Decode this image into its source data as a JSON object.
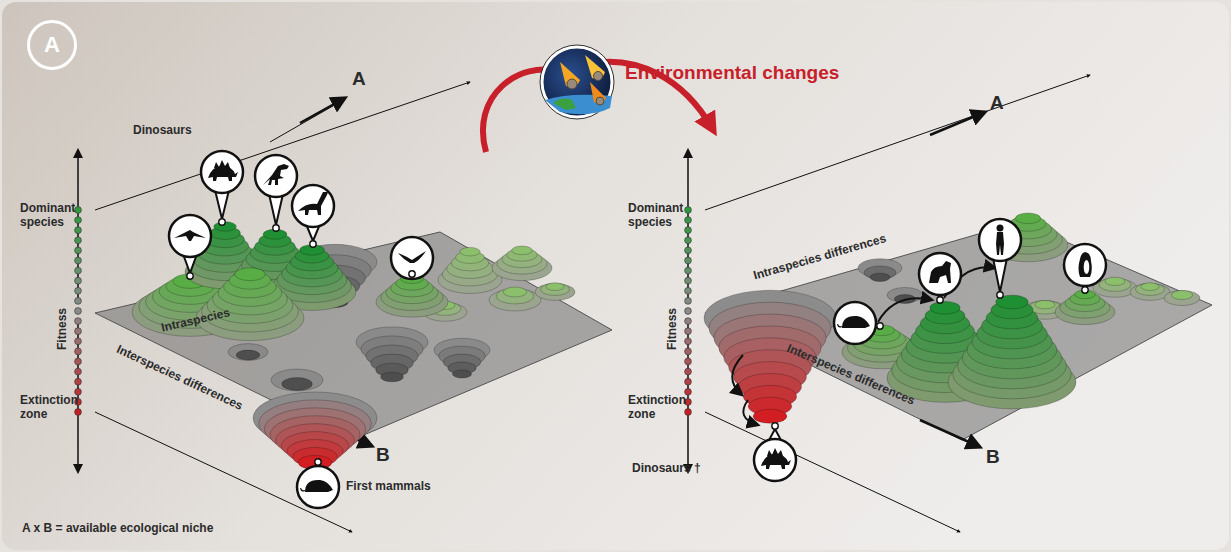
{
  "diagram": {
    "nodes": [
      {
        "text": [
          "A"
        ]
      }
    ],
    "labels": [
      "Environmental changes",
      "Dinosaurs",
      "Dominant species",
      "Fitness",
      "Intraspecies",
      "A",
      "Interspecies differences",
      "Extinction zone",
      "B",
      "First mammals",
      "A x B = available ecological niche",
      "Dominant species",
      "Intraspecies differences",
      "A",
      "Fitness",
      "Interspecies differences",
      "Extinction zone",
      "B",
      "Dinosaurs †"
    ]
  }
}
